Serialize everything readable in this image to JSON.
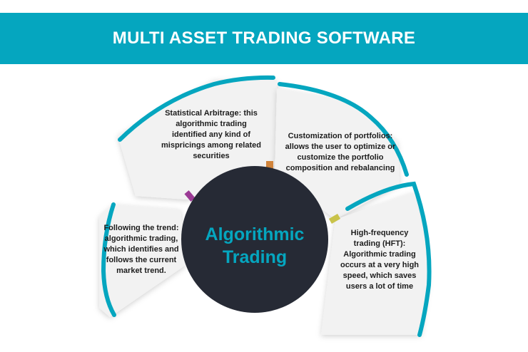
{
  "header": {
    "title": "MULTI ASSET TRADING SOFTWARE"
  },
  "center": {
    "line1": "Algorithmic",
    "line2": "Trading"
  },
  "segments": [
    {
      "text": "Following the trend: algorithmic trading, which identifies and follows the current market trend."
    },
    {
      "text": "Statistical Arbitrage: this algorithmic trading identified any kind of mispricings among related securities"
    },
    {
      "text": "Customization of portfolios: allows the user to optimize or customize the portfolio composition and rebalancing"
    },
    {
      "text": "High-frequency trading (HFT): Algorithmic trading occurs at a very high speed, which saves users a lot of time"
    }
  ],
  "colors": {
    "accent": "#05a6bf",
    "header_bg": "#05a6bf",
    "circle": "#262a35",
    "segment_fill": "#f2f2f2",
    "connector_purple": "#9b3a95",
    "connector_orange": "#d1843b",
    "connector_yellow": "#c9c34a"
  }
}
